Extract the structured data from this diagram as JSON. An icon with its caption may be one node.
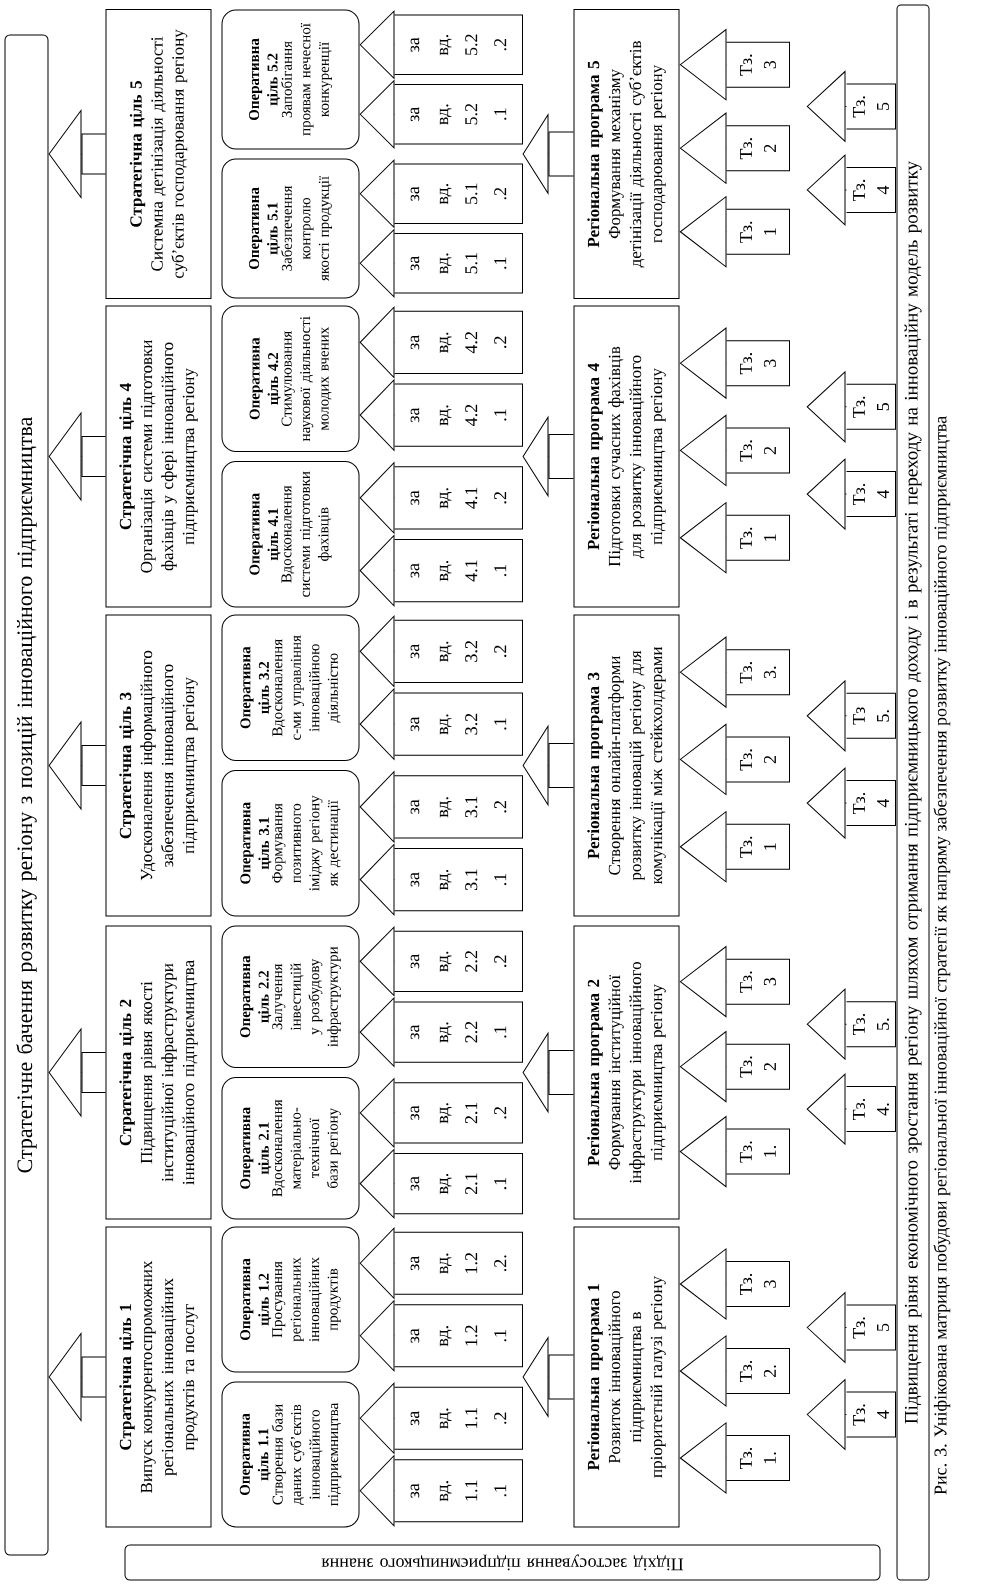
{
  "diagram": {
    "caption": "Рис. 3. Уніфікована матриця побудови регіональної інноваційної стратегії як напряму забезпечення розвитку інноваційного підприємництва",
    "nodes": [
      {
        "text": [
          "Стратегічне бачення розвитку регіону з позицій інноваційного підприємництва"
        ]
      },
      {
        "text": [
          "Стратегічна ціль 1",
          "Випуск конкурентоспроможних регіональних інноваційних продуктів та послуг"
        ]
      },
      {
        "text": [
          "Стратегічна ціль 2",
          "Підвищення рівня якості інституційної інфраструктури інноваційного підприємництва"
        ]
      },
      {
        "text": [
          "Стратегічна ціль 3",
          "Удосконалення інформаційного забезпечення інноваційного підприємництва регіону"
        ]
      },
      {
        "text": [
          "Стратегічна ціль 4",
          "Організація системи підготовки фахівців у сфері інноваційного підприємництва регіону"
        ]
      },
      {
        "text": [
          "Стратегічна ціль 5",
          "Системна детінізація діяльності суб’єктів господарювання регіону"
        ]
      },
      {
        "text": [
          "Оперативна ціль 1.1",
          "Створення бази даних суб’єктів інноваційного підприємництва"
        ]
      },
      {
        "text": [
          "Оперативна ціль 1.2",
          "Просування регіональних інноваційних продуктів"
        ]
      },
      {
        "text": [
          "Оперативна ціль 2.1",
          "Вдосконалення матеріально-технічної бази регіону"
        ]
      },
      {
        "text": [
          "Оперативна ціль 2.2",
          "Залучення інвестицій у розбудову інфраструктури"
        ]
      },
      {
        "text": [
          "Оперативна ціль 3.1",
          "Формування позитивного іміджу регіону як дестинації"
        ]
      },
      {
        "text": [
          "Оперативна ціль 3.2",
          "Вдосконалення с-ми управління інноваційною діяльністю"
        ]
      },
      {
        "text": [
          "Оперативна ціль 4.1",
          "Вдосконалення системи підготовки фахівців"
        ]
      },
      {
        "text": [
          "Оперативна ціль 4.2",
          "Стимулювання наукової діяльності молодих вчених"
        ]
      },
      {
        "text": [
          "Оперативна ціль 5.1",
          "Забезпечення контролю якості продукції"
        ]
      },
      {
        "text": [
          "Оперативна ціль 5.2",
          "Запобігання проявам нечесної конкуренції"
        ]
      },
      {
        "text": [
          "за вд. 1.1 .1"
        ]
      },
      {
        "text": [
          "за вд. 1.1 .2"
        ]
      },
      {
        "text": [
          "за вд. 1.2 .1"
        ]
      },
      {
        "text": [
          "за вд. 1.2 .2."
        ]
      },
      {
        "text": [
          "за вд. 2.1 .1"
        ]
      },
      {
        "text": [
          "за вд. 2.1 .2"
        ]
      },
      {
        "text": [
          "за вд. 2.2 .1"
        ]
      },
      {
        "text": [
          "за вд. 2.2 .2"
        ]
      },
      {
        "text": [
          "за вд. 3.1 .1"
        ]
      },
      {
        "text": [
          "за вд. 3.1 .2"
        ]
      },
      {
        "text": [
          "за вд. 3.2 .1"
        ]
      },
      {
        "text": [
          "за вд. 3.2 .2"
        ]
      },
      {
        "text": [
          "за вд. 4.1 .1"
        ]
      },
      {
        "text": [
          "за вд. 4.1 .2"
        ]
      },
      {
        "text": [
          "за вд. 4.2 .1"
        ]
      },
      {
        "text": [
          "за вд. 4.2 .2"
        ]
      },
      {
        "text": [
          "за вд. 5.1 .1"
        ]
      },
      {
        "text": [
          "за вд. 5.1 .2"
        ]
      },
      {
        "text": [
          "за вд. 5.2 .1"
        ]
      },
      {
        "text": [
          "за вд. 5.2 .2"
        ]
      },
      {
        "text": [
          "Регіональна програма 1",
          "Розвиток інноваційного підприємництва в пріоритетній галузі регіону"
        ]
      },
      {
        "text": [
          "Регіональна програма 2",
          "Формування інституційної інфраструктури інноваційного підприємництва регіону"
        ]
      },
      {
        "text": [
          "Регіональна програма 3",
          "Створення онлайн-платформи розвитку інновацій регіону для комунікації між стейкхолдерами"
        ]
      },
      {
        "text": [
          "Регіональна програма 4",
          "Підготовки сучасних фахівців для розвитку інноваційного підприємництва регіону"
        ]
      },
      {
        "text": [
          "Регіональна програма 5",
          "Формування механізму детінізації діяльності суб’єктів господарювання регіону"
        ]
      },
      {
        "text": [
          "Тз. 1."
        ]
      },
      {
        "text": [
          "Тз. 2."
        ]
      },
      {
        "text": [
          "Тз. 3"
        ]
      },
      {
        "text": [
          "Тз. 4"
        ]
      },
      {
        "text": [
          "Тз. 5"
        ]
      },
      {
        "text": [
          "Тз. 1."
        ]
      },
      {
        "text": [
          "Тз. 2"
        ]
      },
      {
        "text": [
          "Тз. 3"
        ]
      },
      {
        "text": [
          "Тз. 4."
        ]
      },
      {
        "text": [
          "Тз. 5."
        ]
      },
      {
        "text": [
          "Тз. 1"
        ]
      },
      {
        "text": [
          "Тз. 2"
        ]
      },
      {
        "text": [
          "Тз. 3."
        ]
      },
      {
        "text": [
          "Тз. 4"
        ]
      },
      {
        "text": [
          "Тз 5."
        ]
      },
      {
        "text": [
          "Тз. 1"
        ]
      },
      {
        "text": [
          "Тз. 2"
        ]
      },
      {
        "text": [
          "Тз. 3"
        ]
      },
      {
        "text": [
          "Тз. 4"
        ]
      },
      {
        "text": [
          "Тз. 5"
        ]
      },
      {
        "text": [
          "Тз. 1"
        ]
      },
      {
        "text": [
          "Тз. 2"
        ]
      },
      {
        "text": [
          "Тз. 3"
        ]
      },
      {
        "text": [
          "Тз. 4"
        ]
      },
      {
        "text": [
          "Тз. 5"
        ]
      },
      {
        "text": [
          "Підхід застосування підприємницького знання"
        ]
      },
      {
        "text": [
          "Підвищення рівня економічного зростання регіону шляхом отримання підприємницького доходу і в результаті переходу на інноваційну модель розвитку"
        ]
      }
    ],
    "edges": [
      {
        "from": 1,
        "to": 0,
        "arrow": "to"
      },
      {
        "from": 2,
        "to": 0,
        "arrow": "to"
      },
      {
        "from": 3,
        "to": 0,
        "arrow": "to"
      },
      {
        "from": 4,
        "to": 0,
        "arrow": "to"
      },
      {
        "from": 5,
        "to": 0,
        "arrow": "to"
      },
      {
        "from": 16,
        "to": 6,
        "arrow": "to"
      },
      {
        "from": 17,
        "to": 6,
        "arrow": "to"
      },
      {
        "from": 18,
        "to": 7,
        "arrow": "to"
      },
      {
        "from": 19,
        "to": 7,
        "arrow": "to"
      },
      {
        "from": 20,
        "to": 8,
        "arrow": "to"
      },
      {
        "from": 21,
        "to": 8,
        "arrow": "to"
      },
      {
        "from": 22,
        "to": 9,
        "arrow": "to"
      },
      {
        "from": 23,
        "to": 9,
        "arrow": "to"
      },
      {
        "from": 24,
        "to": 10,
        "arrow": "to"
      },
      {
        "from": 25,
        "to": 10,
        "arrow": "to"
      },
      {
        "from": 26,
        "to": 11,
        "arrow": "to"
      },
      {
        "from": 27,
        "to": 11,
        "arrow": "to"
      },
      {
        "from": 28,
        "to": 12,
        "arrow": "to"
      },
      {
        "from": 29,
        "to": 12,
        "arrow": "to"
      },
      {
        "from": 30,
        "to": 13,
        "arrow": "to"
      },
      {
        "from": 31,
        "to": 13,
        "arrow": "to"
      },
      {
        "from": 32,
        "to": 14,
        "arrow": "to"
      },
      {
        "from": 33,
        "to": 14,
        "arrow": "to"
      },
      {
        "from": 34,
        "to": 15,
        "arrow": "to"
      },
      {
        "from": 35,
        "to": 15,
        "arrow": "to"
      },
      {
        "from": 36,
        "to": 17,
        "arrow": "to"
      },
      {
        "from": 36,
        "to": 18,
        "arrow": "to"
      },
      {
        "from": 37,
        "to": 21,
        "arrow": "to"
      },
      {
        "from": 37,
        "to": 22,
        "arrow": "to"
      },
      {
        "from": 38,
        "to": 25,
        "arrow": "to"
      },
      {
        "from": 38,
        "to": 26,
        "arrow": "to"
      },
      {
        "from": 39,
        "to": 29,
        "arrow": "to"
      },
      {
        "from": 39,
        "to": 30,
        "arrow": "to"
      },
      {
        "from": 40,
        "to": 33,
        "arrow": "to"
      },
      {
        "from": 40,
        "to": 34,
        "arrow": "to"
      },
      {
        "from": 41,
        "to": 36,
        "arrow": "to"
      },
      {
        "from": 42,
        "to": 36,
        "arrow": "to"
      },
      {
        "from": 43,
        "to": 36,
        "arrow": "to"
      },
      {
        "from": 44,
        "to": null,
        "arrow": "to"
      },
      {
        "from": 45,
        "to": null,
        "arrow": "to"
      },
      {
        "from": 46,
        "to": 37,
        "arrow": "to"
      },
      {
        "from": 47,
        "to": 37,
        "arrow": "to"
      },
      {
        "from": 48,
        "to": 37,
        "arrow": "to"
      },
      {
        "from": 49,
        "to": null,
        "arrow": "to"
      },
      {
        "from": 50,
        "to": null,
        "arrow": "to"
      },
      {
        "from": 51,
        "to": 38,
        "arrow": "to"
      },
      {
        "from": 52,
        "to": 38,
        "arrow": "to"
      },
      {
        "from": 53,
        "to": 38,
        "arrow": "to"
      },
      {
        "from": 54,
        "to": null,
        "arrow": "to"
      },
      {
        "from": 55,
        "to": null,
        "arrow": "to"
      },
      {
        "from": 56,
        "to": 39,
        "arrow": "to"
      },
      {
        "from": 57,
        "to": 39,
        "arrow": "to"
      },
      {
        "from": 58,
        "to": 39,
        "arrow": "to"
      },
      {
        "from": 59,
        "to": null,
        "arrow": "to"
      },
      {
        "from": 60,
        "to": null,
        "arrow": "to"
      },
      {
        "from": 61,
        "to": 40,
        "arrow": "to"
      },
      {
        "from": 62,
        "to": 40,
        "arrow": "to"
      },
      {
        "from": 63,
        "to": 40,
        "arrow": "to"
      },
      {
        "from": 64,
        "to": null,
        "arrow": "to"
      },
      {
        "from": 65,
        "to": null,
        "arrow": "to"
      }
    ]
  }
}
